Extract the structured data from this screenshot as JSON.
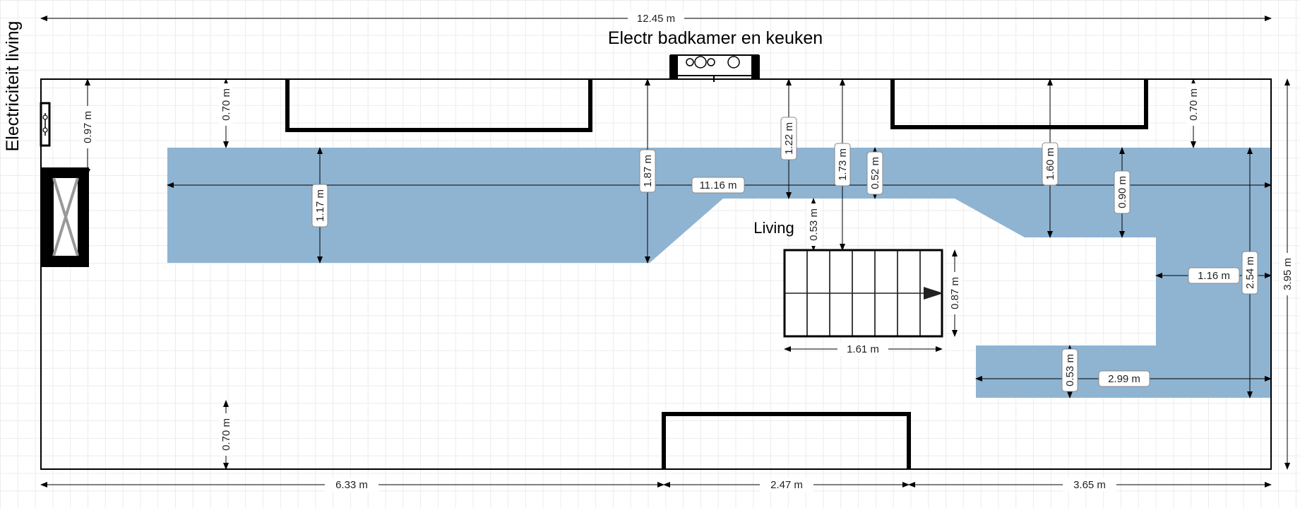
{
  "labels": {
    "top_panel": "Electr badkamer en keuken",
    "left_panel": "Electriciteit living",
    "room": "Living"
  },
  "dimensions": {
    "overall_width": "12.45 m",
    "overall_height": "3.95 m",
    "bottom_left": "6.33 m",
    "bottom_mid": "2.47 m",
    "bottom_right": "3.65 m",
    "left_wall_gap": "0.97 m",
    "top_gap_left": "0.70 m",
    "top_gap_right": "0.70 m",
    "bottom_gap_left": "0.70 m",
    "zone_height_left": "1.17 m",
    "zone_length": "11.16 m",
    "mid_depth": "1.87 m",
    "top_to_zone_mid": "1.22 m",
    "top_to_stairs": "1.73 m",
    "zone_thickness_mid": "0.52 m",
    "zone_to_stairs": "0.53 m",
    "right_depth": "1.60 m",
    "right_zone_height": "0.90 m",
    "right_full_height": "2.54 m",
    "right_arm_width": "1.16 m",
    "bottom_zone_height": "0.53 m",
    "bottom_zone_width": "2.99 m",
    "stairs_width": "1.61 m",
    "stairs_depth": "0.87 m"
  },
  "colors": {
    "zone_fill": "#8fb4d2",
    "wall": "#000000"
  }
}
